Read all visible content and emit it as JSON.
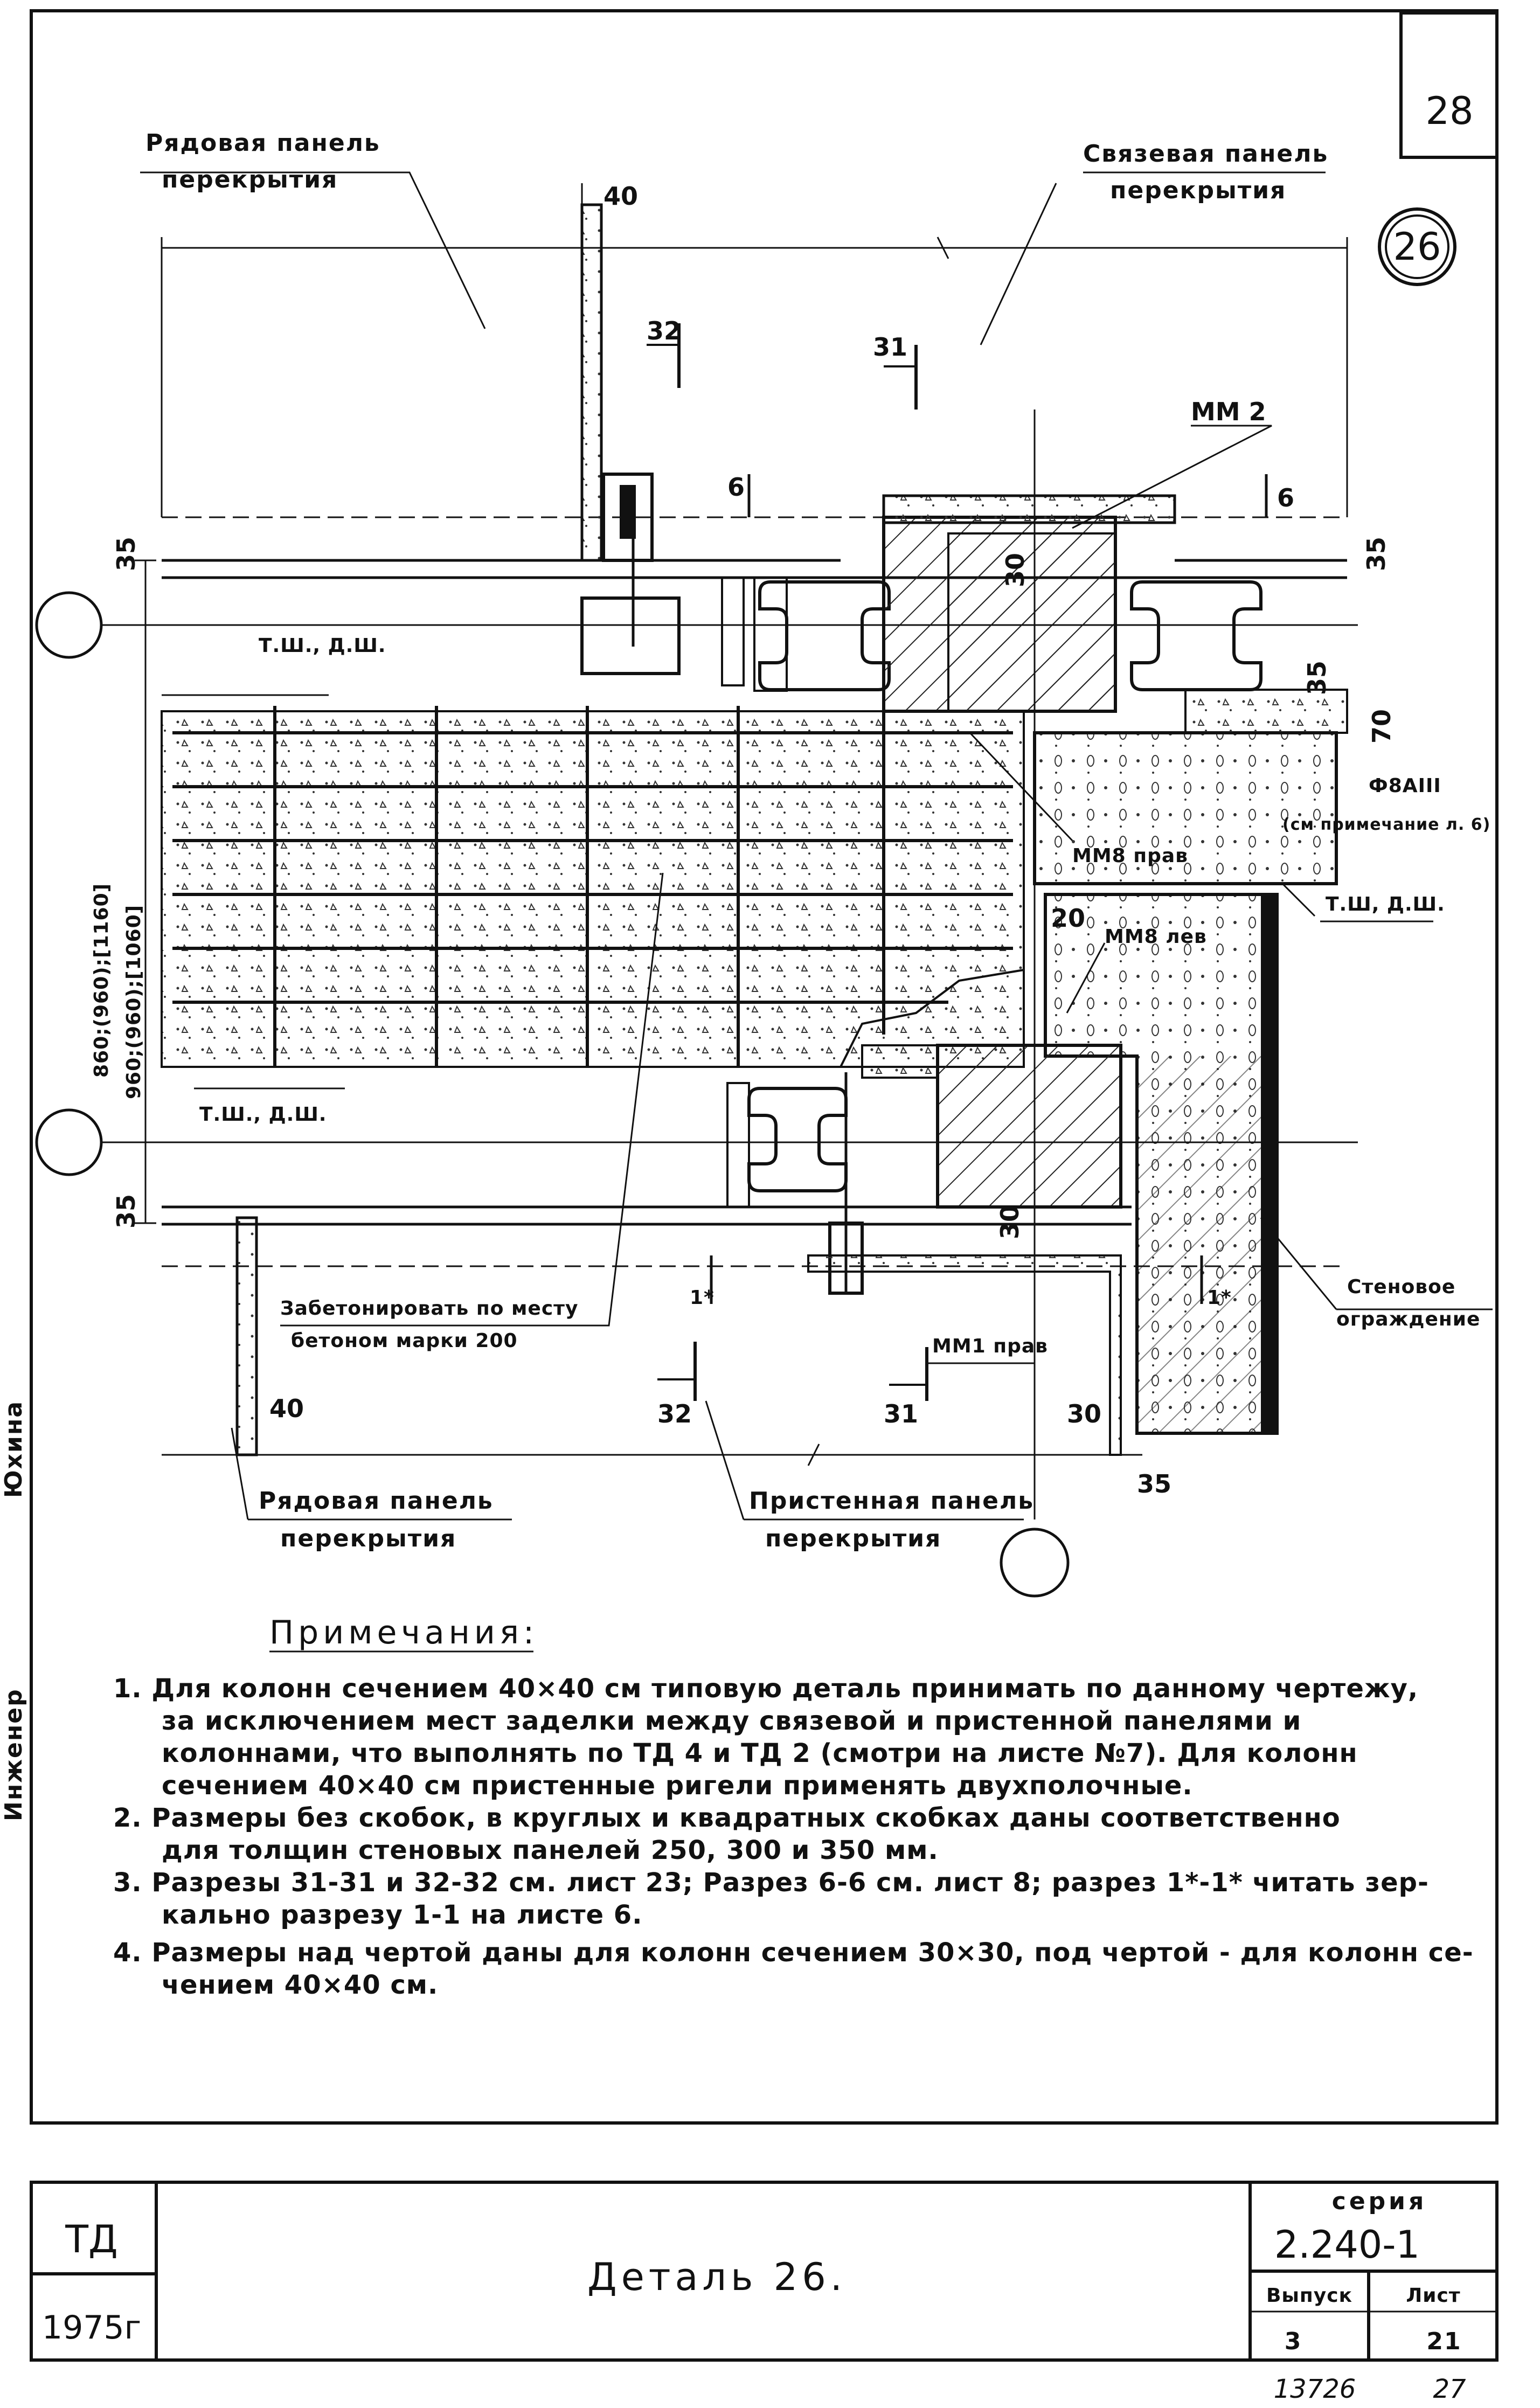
{
  "sheet": {
    "page_number": "28",
    "detail_marker": "26"
  },
  "drawing": {
    "label_row_panel_top": [
      "Рядовая панель",
      "перекрытия"
    ],
    "label_link_panel": [
      "Связевая панель",
      "перекрытия"
    ],
    "label_row_panel_bottom": [
      "Рядовая панель",
      "перекрытия"
    ],
    "label_wall_panel": [
      "Пристенная панель",
      "перекрытия"
    ],
    "label_wall_fence": [
      "Стеновое",
      "ограждение"
    ],
    "label_concrete": [
      "Забетонировать по месту",
      "бетоном марки 200"
    ],
    "label_mm2": "ММ 2",
    "label_mm8_right": "ММ8 прав",
    "label_mm8_left": "ММ8 лев",
    "label_mm1_right": "ММ1 прав",
    "label_phi8": "Ф8АIII",
    "label_see_note": "(см примечание л. 6)",
    "label_tsh1": "Т.Ш, Д.Ш.",
    "label_tsh2": "Т.Ш., Д.Ш.",
    "label_tsh3": "Т.Ш., Д.Ш.",
    "label_dims_vertical": "960;(960);[1060]",
    "label_dims_vertical2": "860;(960);[1160]",
    "section_32_top": "32",
    "section_31_top": "31",
    "section_6_left": "6",
    "section_6_right": "6",
    "section_32_bottom": "32",
    "section_31_bottom": "31",
    "section_1_left": "1*",
    "section_1_right": "1*",
    "dim_40_top": "40",
    "dim_40_bottom": "40",
    "dim_35_left_top": "35",
    "dim_35_right_top": "35",
    "dim_35_left_bottom": "35",
    "dim_35_bottom": "35",
    "dim_35_mid": "35",
    "dim_70": "70",
    "dim_20": "20",
    "dim_30_a": "30",
    "dim_30_b": "30",
    "dim_30_c": "30"
  },
  "notes": {
    "heading": "Примечания:",
    "lines": [
      "1. Для колонн сечением 40×40 см типовую деталь принимать по данному чертежу,",
      "за исключением мест заделки между связевой и пристенной панелями и",
      "колоннами, что выполнять по ТД 4 и ТД 2 (смотри на листе №7).  Для колонн",
      "сечением 40×40 см пристенные ригели применять двухполочные.",
      "2. Размеры без скобок, в круглых и квадратных скобках даны соответственно",
      "для толщин стеновых панелей 250, 300 и 350 мм.",
      "3. Разрезы 31-31 и 32-32 см. лист 23; Разрез 6-6 см. лист 8; разрез 1*-1* читать зер-",
      "кально разрезу 1-1 на листе 6.",
      "4. Размеры над чертой даны для колонн сечением 30×30, под чертой - для колонн се-",
      "чением 40×40 см."
    ]
  },
  "title_block": {
    "code": "ТД",
    "year": "1975г",
    "title": "Деталь 26.",
    "series_label": "серия",
    "series_value": "2.240-1",
    "issue_label": "Выпуск",
    "issue_value": "3",
    "sheet_label": "Лист",
    "sheet_value": "21"
  },
  "footer": {
    "inventory_number": "13726",
    "page_small": "27"
  },
  "side_stamp": {
    "role": "Инженер",
    "name": "Юхина"
  }
}
